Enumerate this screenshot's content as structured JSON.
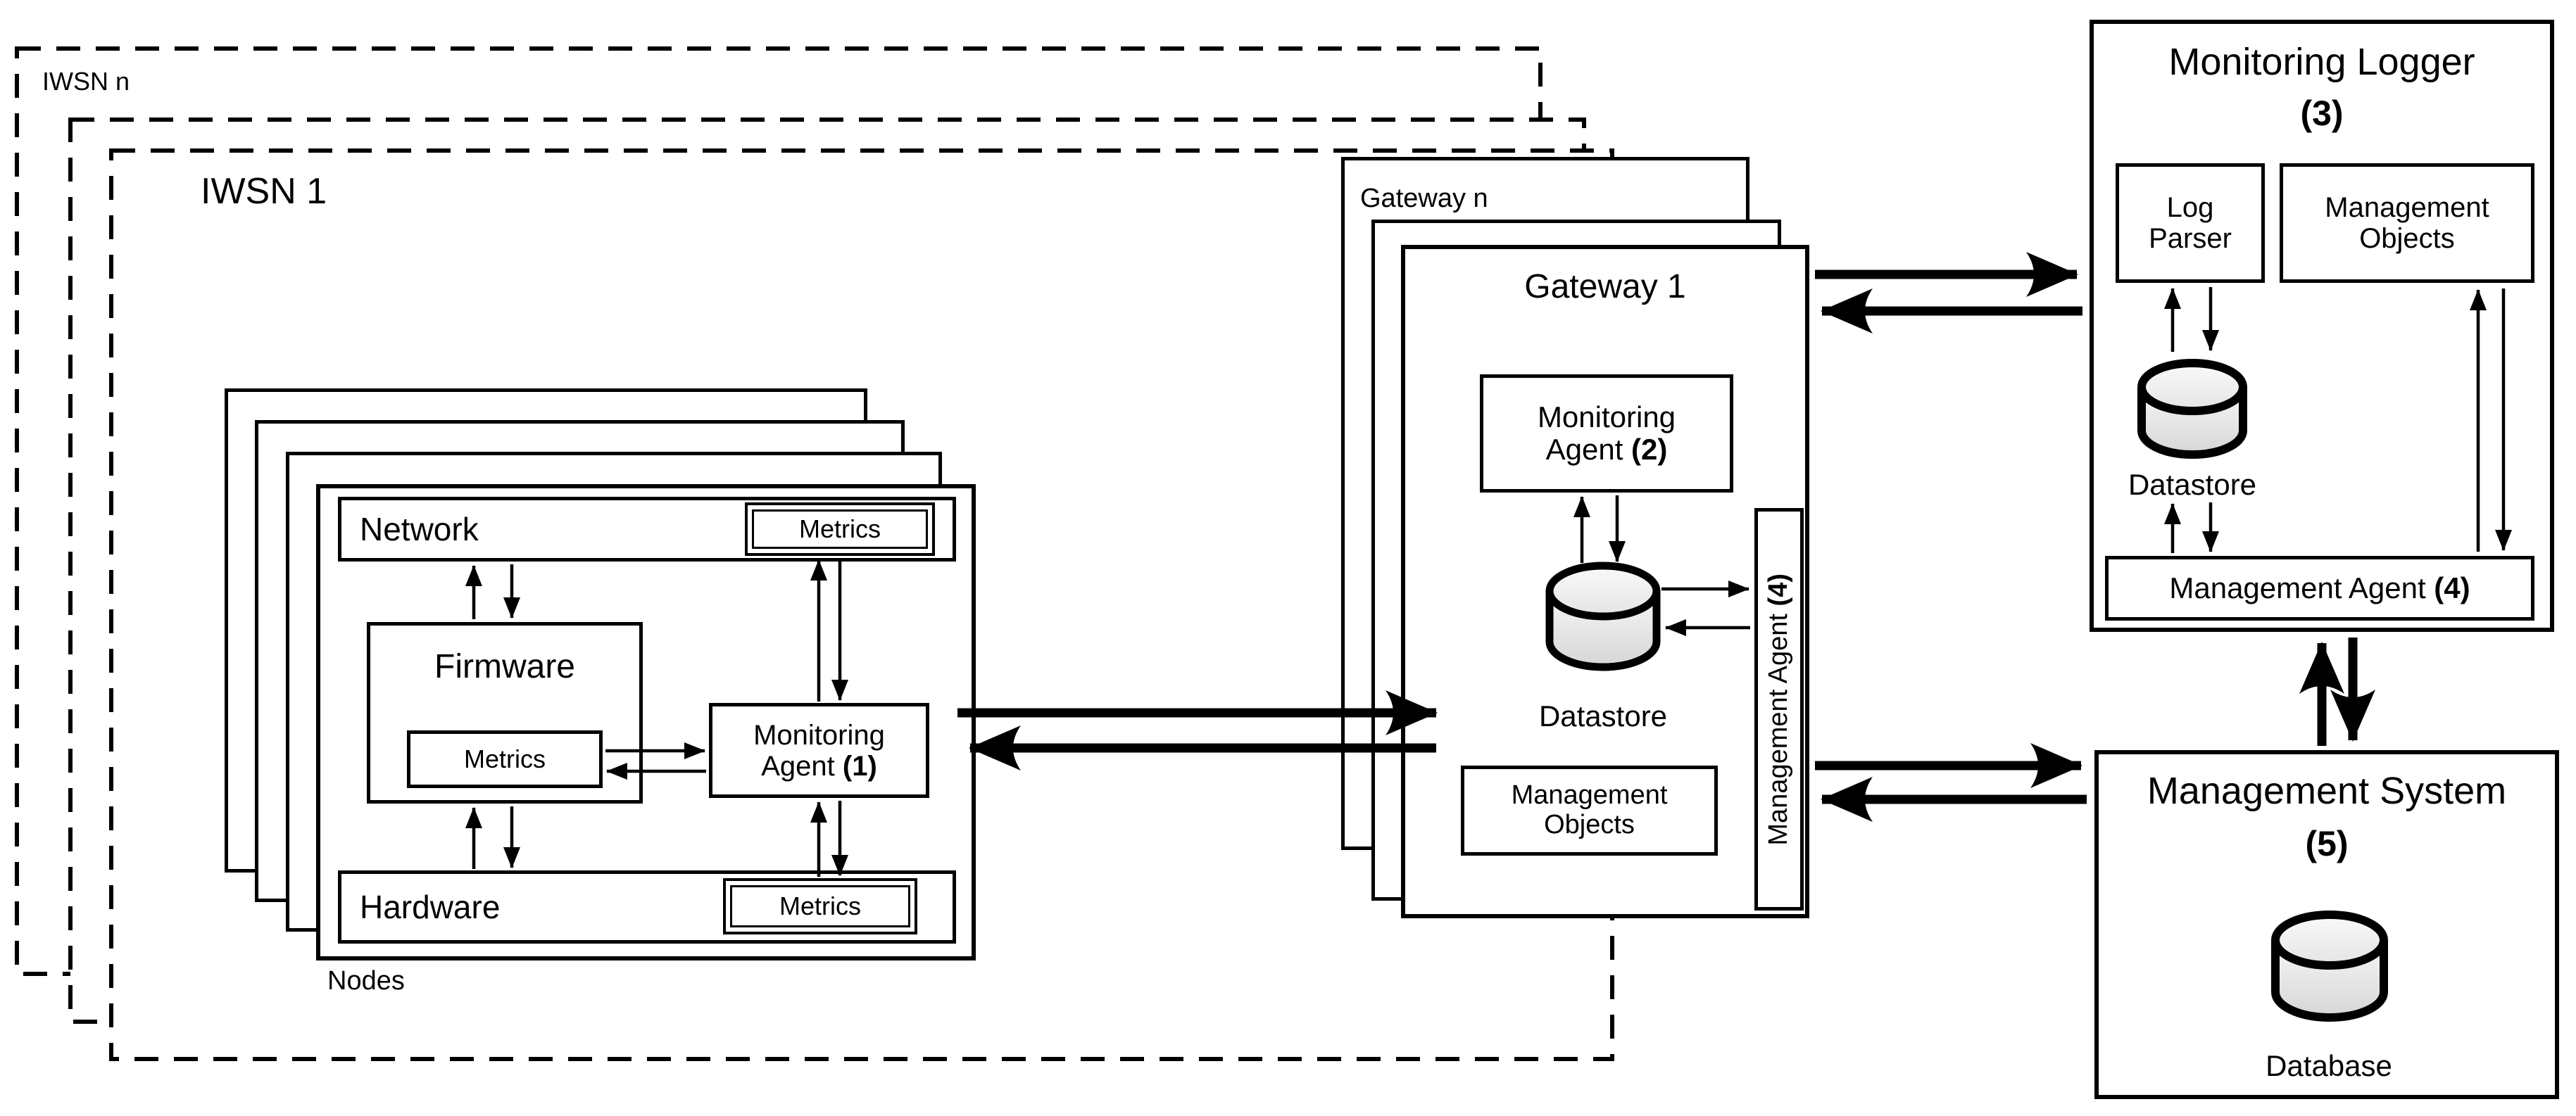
{
  "iwsn": {
    "outer_label": "IWSN n",
    "inner_label": "IWSN 1",
    "nodes_label": "Nodes"
  },
  "node": {
    "network_label": "Network",
    "network_metrics_label": "Metrics",
    "firmware_label": "Firmware",
    "firmware_metrics_label": "Metrics",
    "monitoring_agent_line1": "Monitoring",
    "monitoring_agent_line2_prefix": "Agent ",
    "monitoring_agent_number": "(1)",
    "hardware_label": "Hardware",
    "hardware_metrics_label": "Metrics"
  },
  "gateway": {
    "back_label": "Gateway n",
    "front_label": "Gateway 1",
    "monitoring_agent_line1": "Monitoring",
    "monitoring_agent_line2_prefix": "Agent ",
    "monitoring_agent_number": "(2)",
    "datastore_label": "Datastore",
    "management_objects_line1": "Management",
    "management_objects_line2": "Objects",
    "management_agent_prefix": "Management Agent ",
    "management_agent_number": "(4)"
  },
  "monitoring_logger": {
    "title": "Monitoring Logger",
    "number": "(3)",
    "log_parser_line1": "Log",
    "log_parser_line2": "Parser",
    "management_objects_line1": "Management",
    "management_objects_line2": "Objects",
    "datastore_label": "Datastore",
    "management_agent_prefix": "Management Agent ",
    "management_agent_number": "(4)"
  },
  "management_system": {
    "title": "Management System",
    "number": "(5)",
    "database_label": "Database"
  },
  "colors": {
    "line": "#000000",
    "background": "#ffffff",
    "cylinder_fill_light": "#f7f7f7",
    "cylinder_fill_dark": "#d6d6d6"
  }
}
